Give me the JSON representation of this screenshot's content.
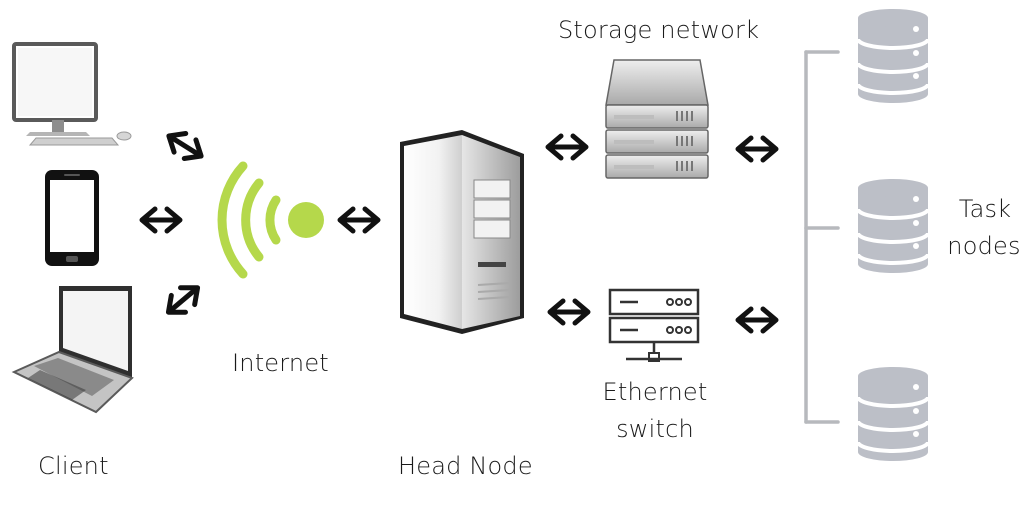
{
  "labels": {
    "client": "Client",
    "internet": "Internet",
    "head_node": "Head Node",
    "storage_network": "Storage network",
    "ethernet_switch_line1": "Ethernet",
    "ethernet_switch_line2": "switch",
    "task_nodes_line1": "Task",
    "task_nodes_line2": "nodes"
  },
  "icons": {
    "client_devices": [
      "desktop-computer-icon",
      "smartphone-icon",
      "laptop-icon"
    ],
    "internet": "wifi-signal-icon",
    "head_node": "server-tower-icon",
    "storage_network": "storage-server-icon",
    "ethernet_switch": "network-switch-icon",
    "task_nodes": [
      "database-icon",
      "database-icon",
      "database-icon"
    ],
    "connector": "double-arrow-icon"
  },
  "colors": {
    "wifi_green": "#b5d84b",
    "arrow_black": "#111111",
    "database_gray": "#bcbfc7",
    "bracket_gray": "#b7b9bd",
    "server_gray": "#c9c9c9"
  }
}
